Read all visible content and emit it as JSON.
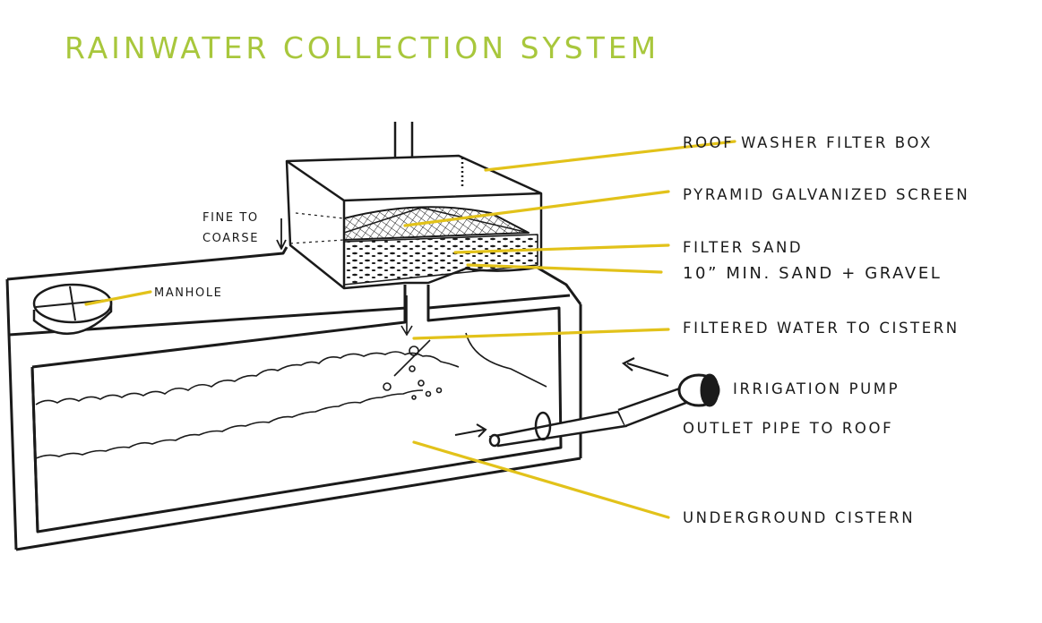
{
  "title": "RAINWATER COLLECTION SYSTEM",
  "colors": {
    "title": "#a8c73c",
    "leader": "#e2c21a",
    "ink": "#1a1a1a"
  },
  "labels": {
    "roof_washer": "ROOF WASHER FILTER BOX",
    "pyramid_screen": "PYRAMID GALVANIZED SCREEN",
    "filter_sand": "FILTER SAND",
    "min_sand_gravel": "10” MIN. SAND + GRAVEL",
    "filtered_water": "FILTERED WATER TO CISTERN",
    "irrigation_pump": "IRRIGATION PUMP",
    "outlet_pipe": "OUTLET PIPE TO ROOF",
    "underground_cistern": "UNDERGROUND CISTERN",
    "manhole": "MANHOLE",
    "fine_to": "FINE TO",
    "coarse": "COARSE"
  }
}
